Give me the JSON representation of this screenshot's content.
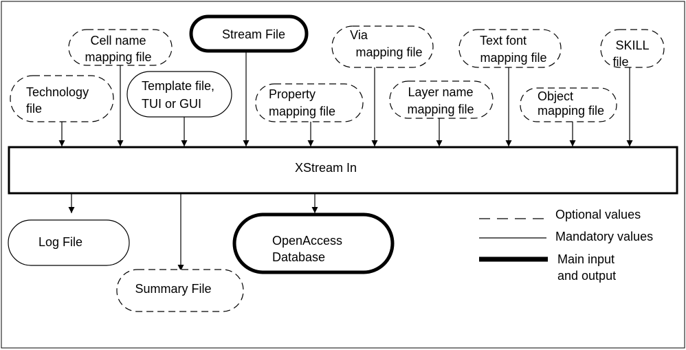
{
  "inputs": {
    "cell_name": [
      "Cell name",
      "mapping file"
    ],
    "stream": "Stream File",
    "via": [
      "Via",
      "mapping file"
    ],
    "text_font": [
      "Text font",
      "mapping file"
    ],
    "skill": [
      "SKILL",
      "file"
    ],
    "technology": [
      "Technology",
      "file"
    ],
    "template": [
      "Template file,",
      "TUI or GUI"
    ],
    "property": [
      "Property",
      "mapping file"
    ],
    "layer_name": [
      "Layer name",
      "mapping file"
    ],
    "object": [
      "Object",
      "mapping file"
    ]
  },
  "process": "XStream In",
  "outputs": {
    "log": "Log File",
    "summary": "Summary File",
    "openaccess": [
      "OpenAccess",
      "Database"
    ]
  },
  "legend": {
    "optional": "Optional values",
    "mandatory": "Mandatory values",
    "main": [
      "Main input",
      "and output"
    ]
  }
}
